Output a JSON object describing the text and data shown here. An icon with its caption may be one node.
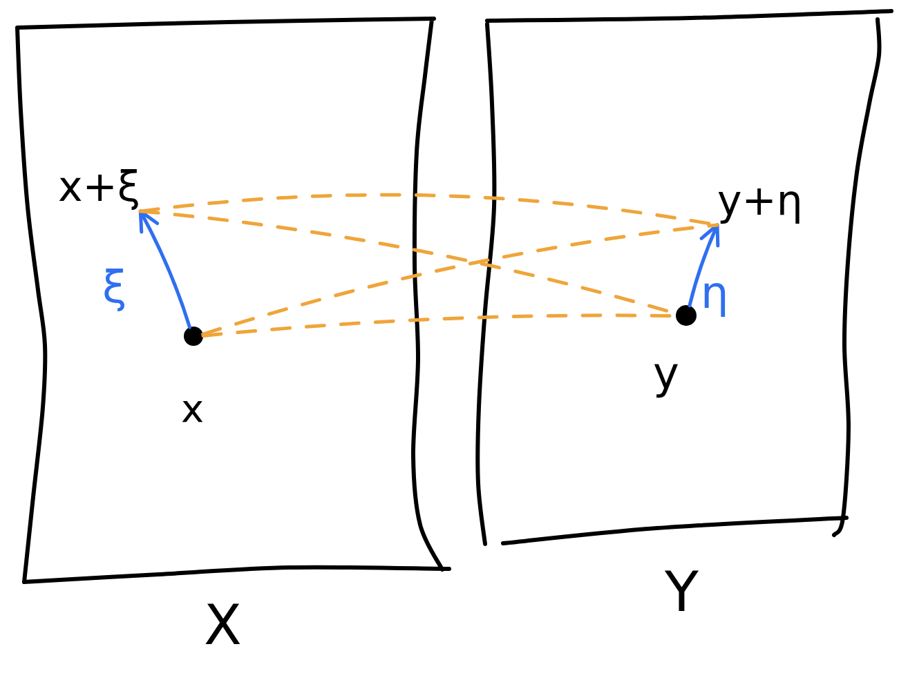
{
  "diagram": {
    "nodes": [
      {
        "text": [
          "X"
        ]
      },
      {
        "text": [
          "x+ξ"
        ],
        "in": 0
      },
      {
        "text": [
          "x"
        ],
        "in": 0
      },
      {
        "text": [
          "Y"
        ]
      },
      {
        "text": [
          "y+η"
        ],
        "in": 3
      },
      {
        "text": [
          "y"
        ],
        "in": 3
      }
    ],
    "edges": [
      {
        "from": 2,
        "to": 1,
        "arrow": "to",
        "label": "ξ",
        "color": "#2f6ff0"
      },
      {
        "from": 5,
        "to": 4,
        "arrow": "to",
        "label": "η",
        "color": "#2f6ff0"
      },
      {
        "from": 1,
        "to": 4,
        "arrow": "none",
        "style": "dashed",
        "color": "#efa53a"
      },
      {
        "from": 1,
        "to": 5,
        "arrow": "none",
        "style": "dashed",
        "color": "#efa53a"
      },
      {
        "from": 2,
        "to": 4,
        "arrow": "none",
        "style": "dashed",
        "color": "#efa53a"
      },
      {
        "from": 2,
        "to": 5,
        "arrow": "none",
        "style": "dashed",
        "color": "#efa53a"
      }
    ]
  }
}
